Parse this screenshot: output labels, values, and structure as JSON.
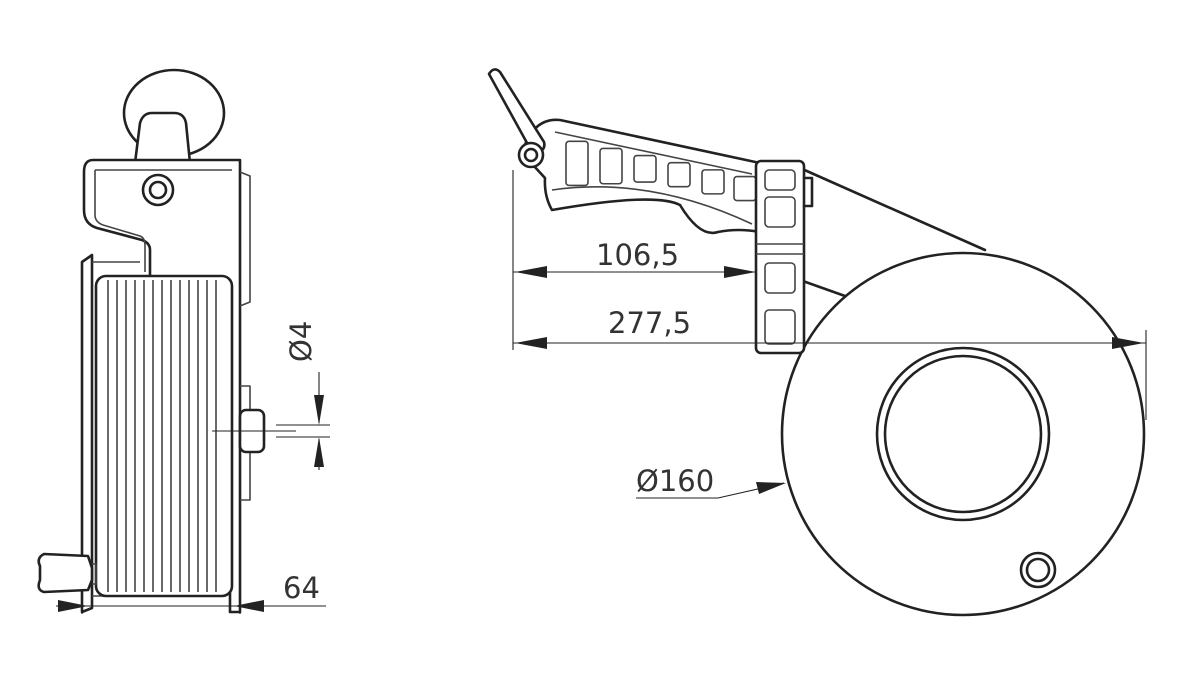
{
  "dimensions": {
    "wire_diameter": "Ø4",
    "width": "64",
    "handle_offset": "106,5",
    "overall_length": "277,5",
    "drum_diameter": "Ø160"
  }
}
